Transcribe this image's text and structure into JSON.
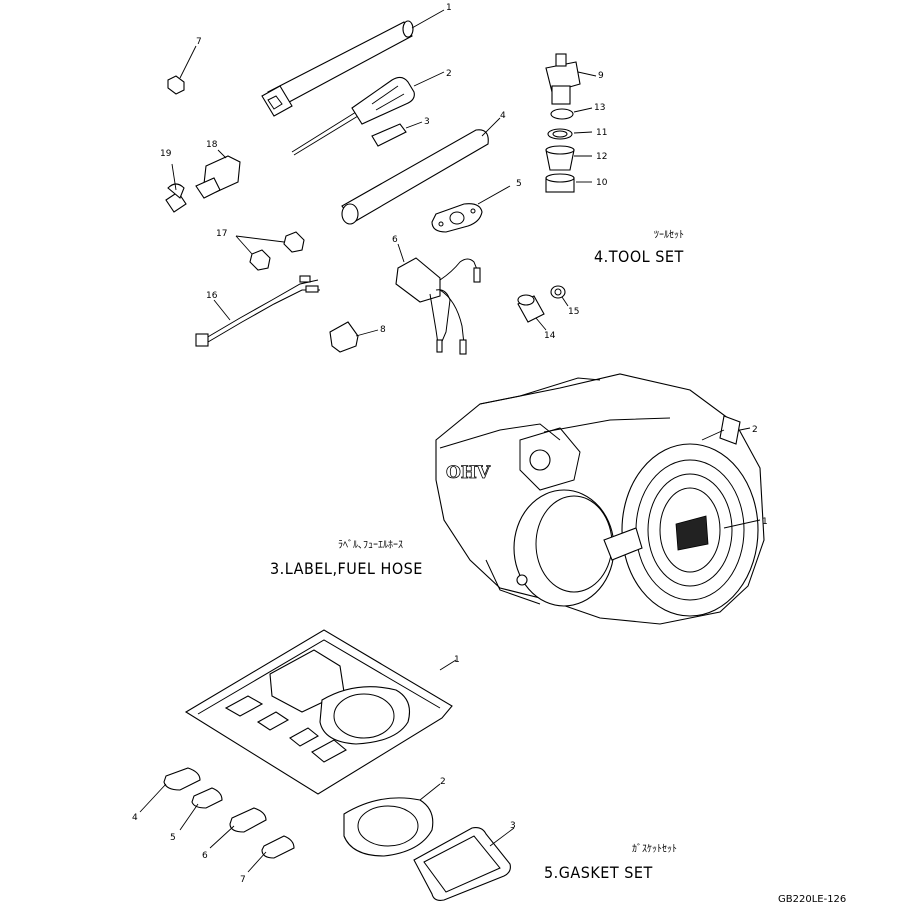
{
  "sections": {
    "tool_set": {
      "kana": "ﾂｰﾙｾｯﾄ",
      "title": "4.TOOL SET"
    },
    "label_fuel_hose": {
      "kana": "ﾗﾍﾞﾙ､ﾌｭｰｴﾙﾎｰｽ",
      "title": "3.LABEL,FUEL HOSE"
    },
    "gasket_set": {
      "kana": "ｶﾞｽｹｯﾄｾｯﾄ",
      "title": "5.GASKET SET"
    }
  },
  "tool_labels": [
    "1",
    "2",
    "3",
    "4",
    "5",
    "6",
    "7",
    "8",
    "9",
    "10",
    "11",
    "12",
    "13",
    "14",
    "15",
    "16",
    "17",
    "18",
    "19"
  ],
  "label_labels": [
    "1",
    "2"
  ],
  "gasket_labels": [
    "1",
    "2",
    "3",
    "4",
    "5",
    "6",
    "7"
  ],
  "drawing_code": "GB220LE-126"
}
